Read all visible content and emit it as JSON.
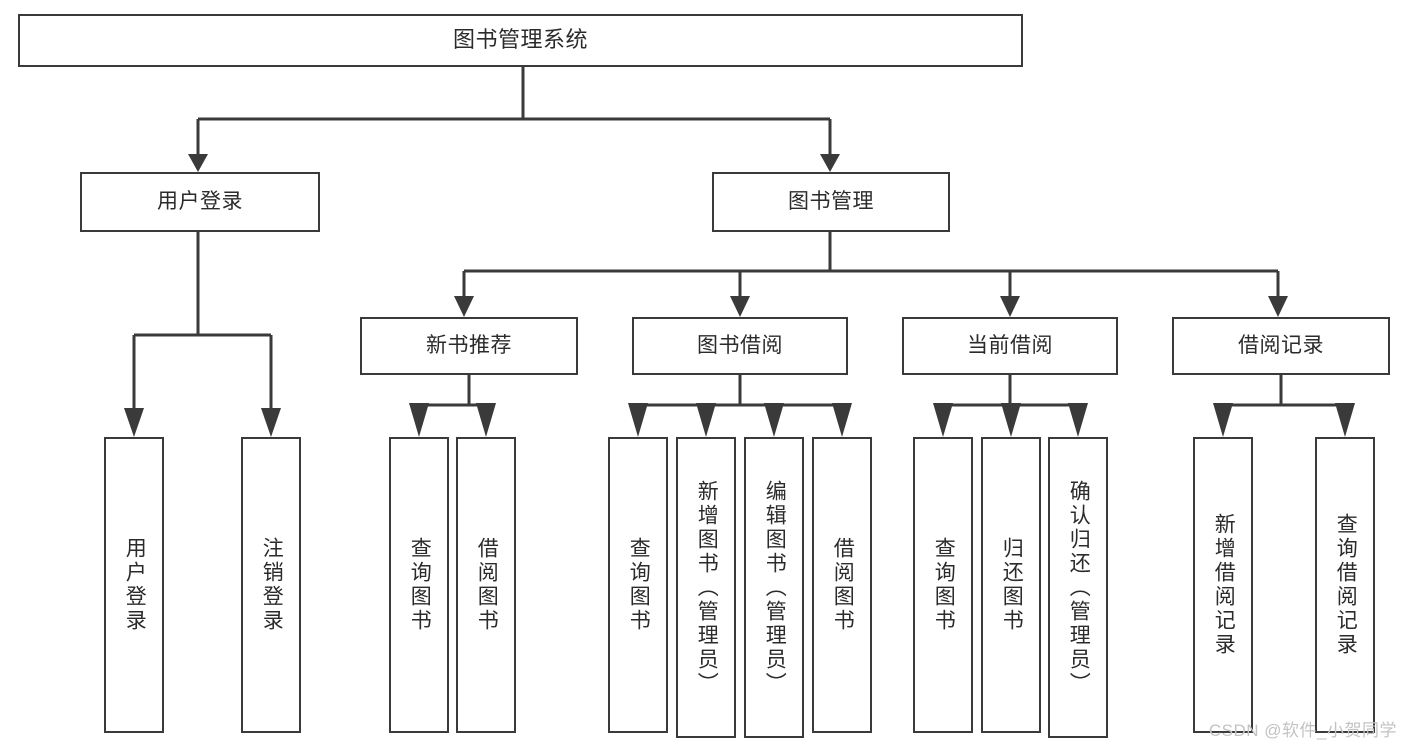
{
  "diagram": {
    "title": "图书管理系统",
    "type": "tree",
    "root": {
      "label": "图书管理系统"
    },
    "level2": [
      {
        "label": "用户登录"
      },
      {
        "label": "图书管理"
      }
    ],
    "level3": [
      {
        "label": "新书推荐"
      },
      {
        "label": "图书借阅"
      },
      {
        "label": "当前借阅"
      },
      {
        "label": "借阅记录"
      }
    ],
    "leaves": {
      "user_login": [
        {
          "label": "用户登录"
        },
        {
          "label": "注销登录"
        }
      ],
      "new_book_recommend": [
        {
          "label": "查询图书"
        },
        {
          "label": "借阅图书"
        }
      ],
      "book_borrow": [
        {
          "label": "查询图书"
        },
        {
          "label": "新增图书（管理员）"
        },
        {
          "label": "编辑图书（管理员）"
        },
        {
          "label": "借阅图书"
        }
      ],
      "current_borrow": [
        {
          "label": "查询图书"
        },
        {
          "label": "归还图书"
        },
        {
          "label": "确认归还（管理员）"
        }
      ],
      "borrow_record": [
        {
          "label": "新增借阅记录"
        },
        {
          "label": "查询借阅记录"
        }
      ]
    }
  },
  "watermark": {
    "text": "CSDN @软件_小贺同学"
  },
  "colors": {
    "stroke": "#3a3a3a",
    "text": "#2b2b2b",
    "background": "#ffffff",
    "watermark": "#c3c3c3"
  }
}
